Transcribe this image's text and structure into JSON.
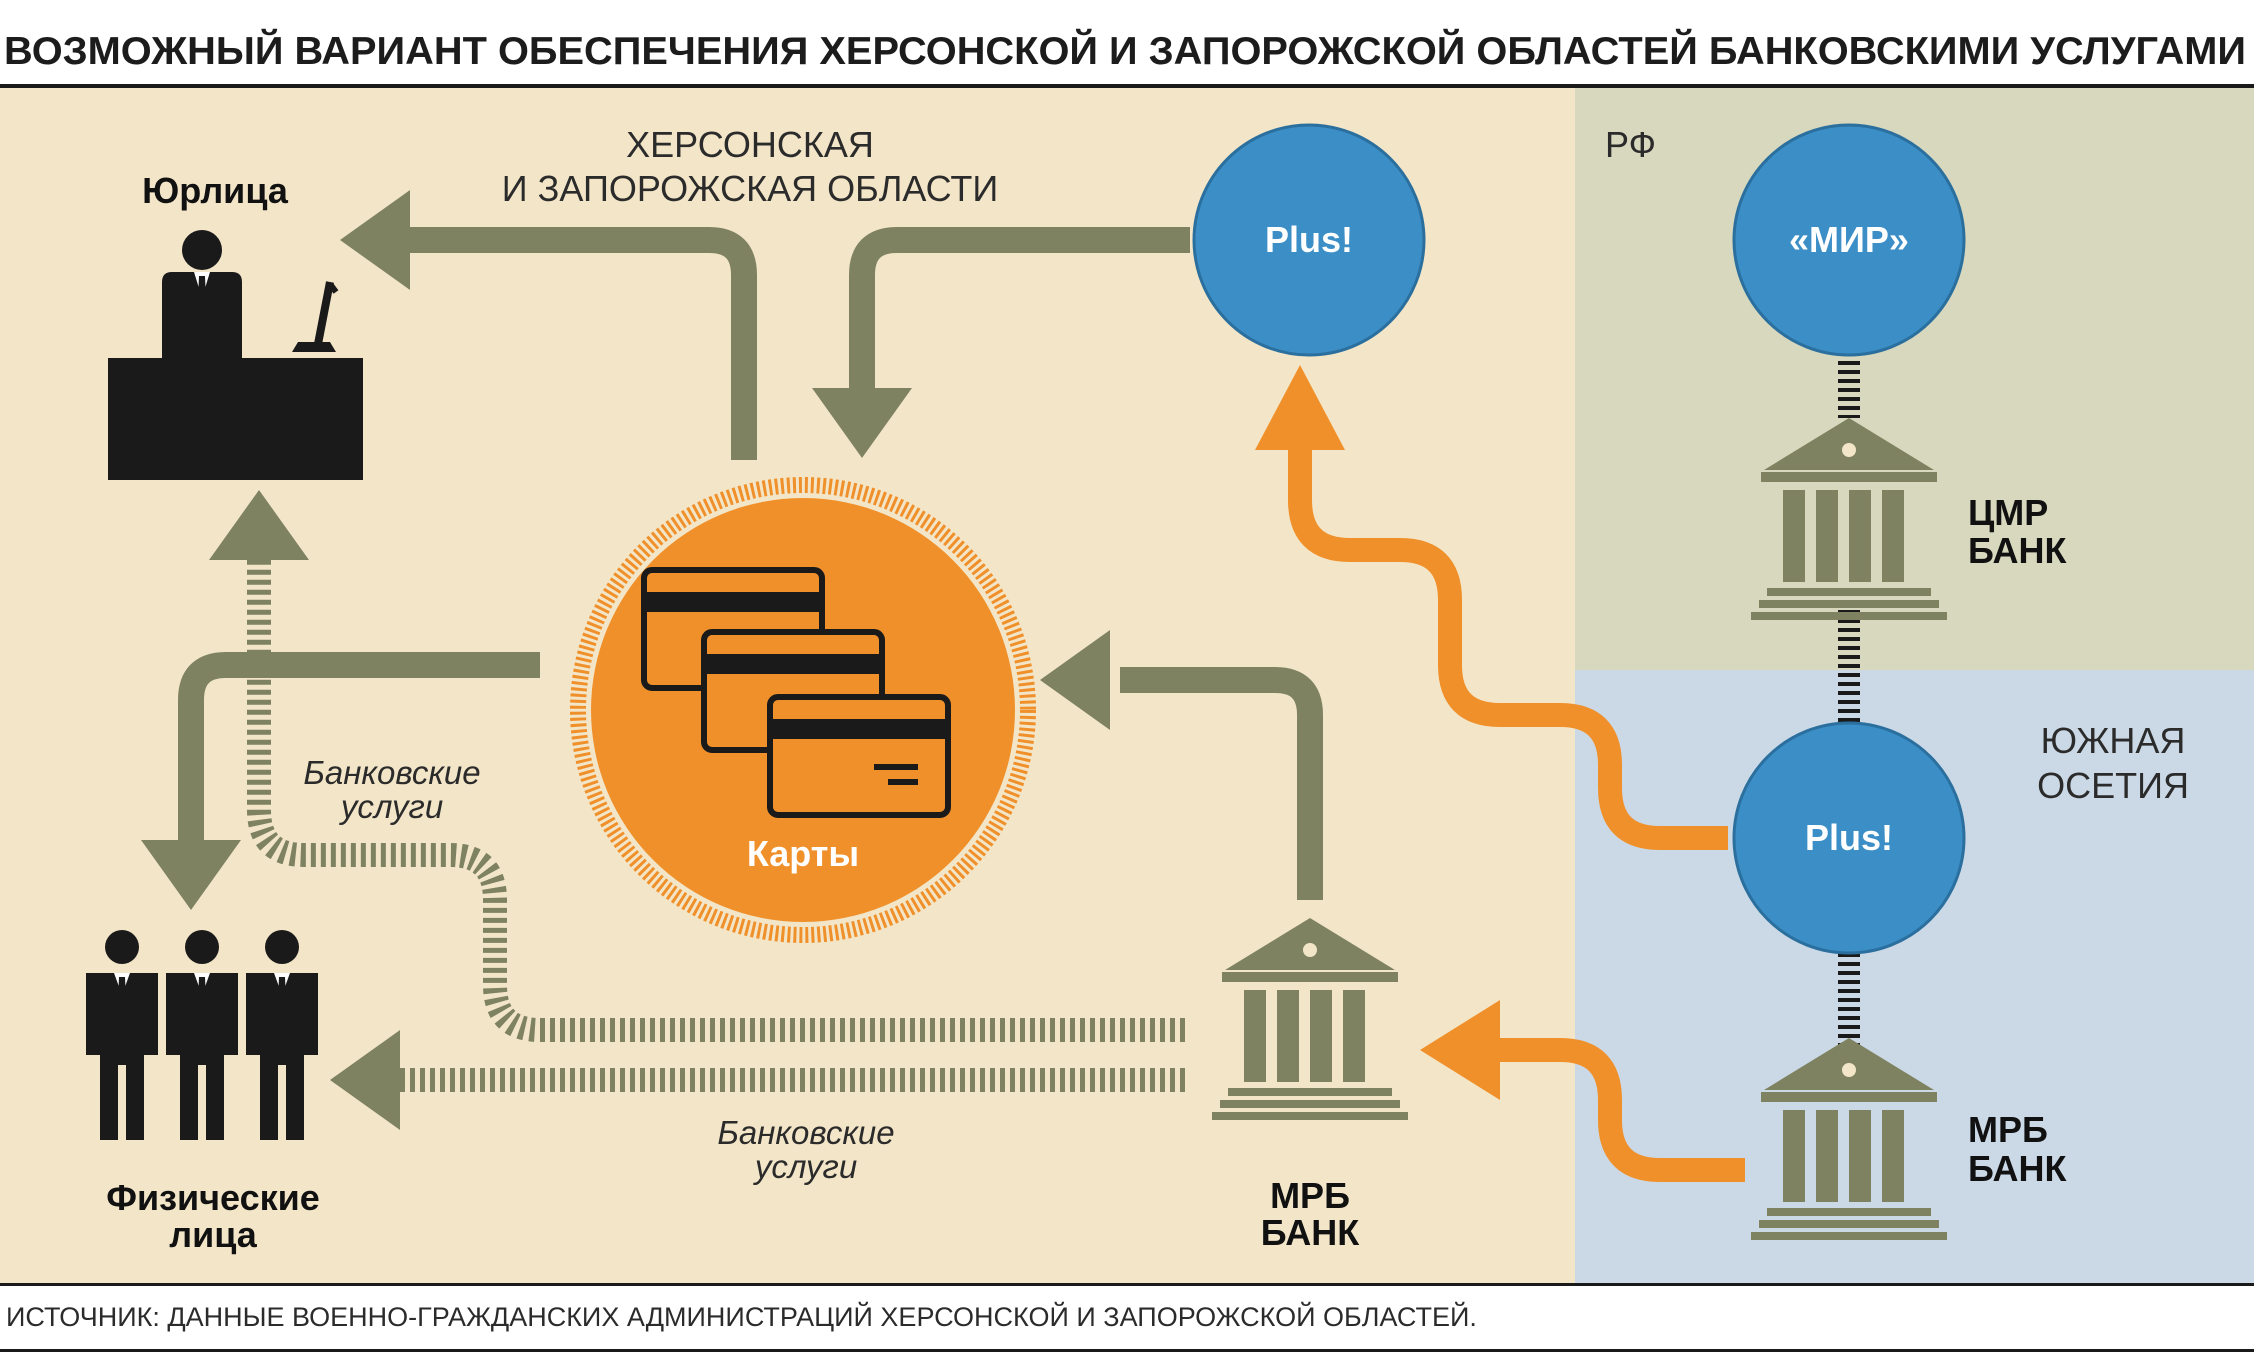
{
  "title": "ВОЗМОЖНЫЙ ВАРИАНТ ОБЕСПЕЧЕНИЯ ХЕРСОНСКОЙ И ЗАПОРОЖСКОЙ ОБЛАСТЕЙ БАНКОВСКИМИ УСЛУГАМИ",
  "regions": {
    "kherson_line1": "ХЕРСОНСКАЯ",
    "kherson_line2": "И ЗАПОРОЖСКАЯ ОБЛАСТИ",
    "rf": "РФ",
    "ossetia_line1": "ЮЖНАЯ",
    "ossetia_line2": "ОСЕТИЯ"
  },
  "nodes": {
    "legal_entities": "Юрлица",
    "individuals_line1": "Физические",
    "individuals_line2": "лица",
    "cards": "Карты",
    "plus_top": "Plus!",
    "mir": "«МИР»",
    "plus_ossetia": "Plus!",
    "cmr_bank_line1": "ЦМР",
    "cmr_bank_line2": "БАНК",
    "mrb_ossetia_line1": "МРБ",
    "mrb_ossetia_line2": "БАНК",
    "mrb_main_line1": "МРБ",
    "mrb_main_line2": "БАНК"
  },
  "services": {
    "upper_line1": "Банковские",
    "upper_line2": "услуги",
    "lower_line1": "Банковские",
    "lower_line2": "услуги"
  },
  "source": "ИСТОЧНИК: ДАННЫЕ ВОЕННО-ГРАЖДАНСКИХ АДМИНИСТРАЦИЙ ХЕРСОНСКОЙ И ЗАПОРОЖСКОЙ ОБЛАСТЕЙ.",
  "colors": {
    "beige": "#f3e6c8",
    "rf_green": "#d7d8bd",
    "ossetia_blue": "#cbd9e6",
    "olive": "#7e8260",
    "orange": "#f0902b",
    "blue_circle": "#3b8ec6",
    "black": "#1a1a1a"
  }
}
